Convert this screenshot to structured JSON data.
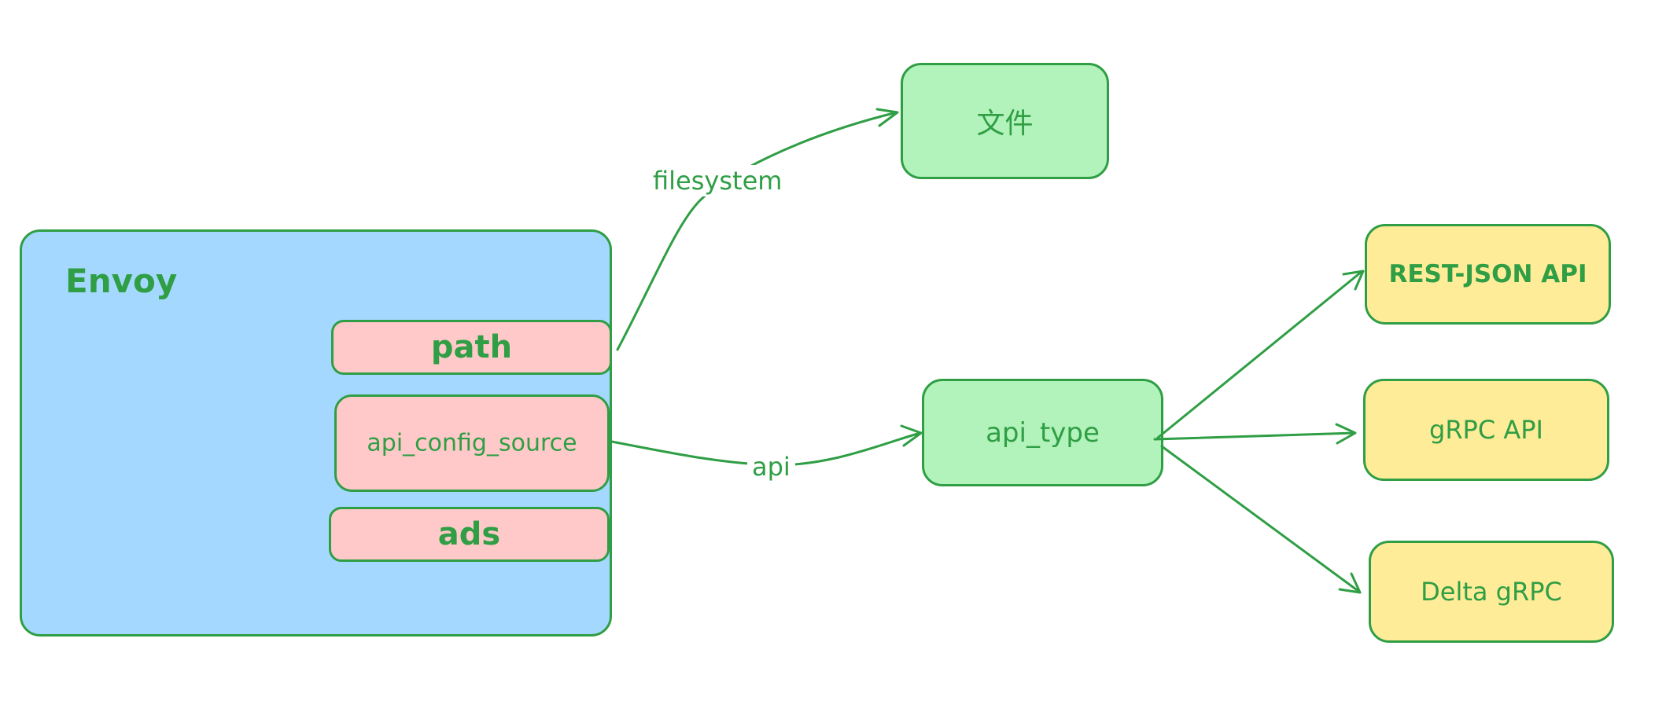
{
  "colors": {
    "stroke": "#2f9e44",
    "envoy_fill": "#a5d8ff",
    "field_fill": "#ffc9c9",
    "green_fill": "#b2f2bb",
    "yellow_fill": "#ffec99"
  },
  "envoy": {
    "title": "Envoy",
    "fields": {
      "path": "path",
      "api_config_source": "api_config_source",
      "ads": "ads"
    }
  },
  "nodes": {
    "file": "文件",
    "api_type": "api_type",
    "rest_json": "REST-JSON API",
    "grpc": "gRPC API",
    "delta_grpc": "Delta gRPC"
  },
  "edges": {
    "filesystem": "filesystem",
    "api": "api"
  }
}
